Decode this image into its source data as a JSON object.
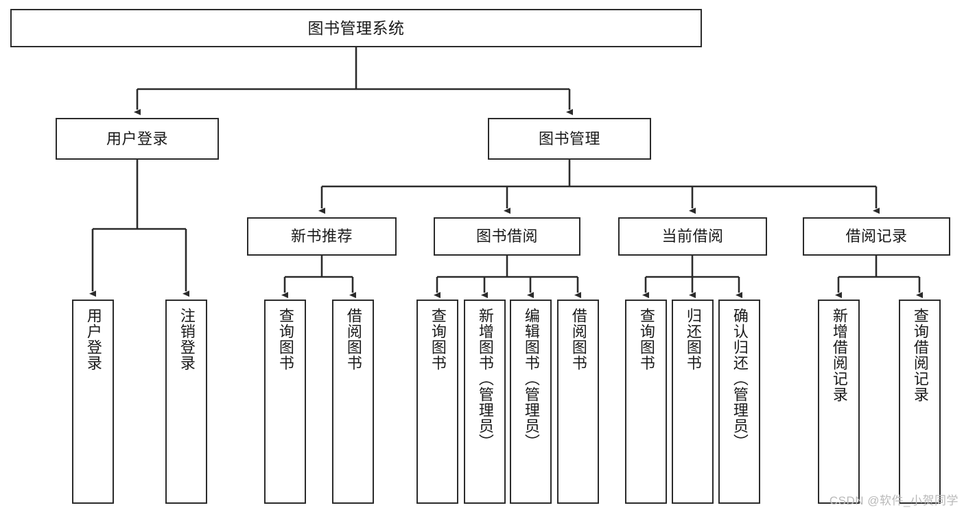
{
  "diagram": {
    "title": "图书管理系统",
    "type": "tree-hierarchy-chart",
    "stroke_color": "#2b2b2b",
    "fill_color": "#ffffff",
    "text_color": "#1a1a1a"
  },
  "watermark": {
    "text": "CSDN @软件_小贺同学",
    "color": "#b9b9b9"
  },
  "nodes": {
    "root": {
      "label": "图书管理系统"
    },
    "level2": [
      {
        "id": "user-login",
        "label": "用户登录"
      },
      {
        "id": "book-management",
        "label": "图书管理"
      }
    ],
    "level3": [
      {
        "id": "new-book-recommend",
        "label": "新书推荐"
      },
      {
        "id": "book-borrow",
        "label": "图书借阅"
      },
      {
        "id": "current-borrow",
        "label": "当前借阅"
      },
      {
        "id": "borrow-record",
        "label": "借阅记录"
      }
    ],
    "leaves": [
      {
        "id": "leaf-user-login",
        "label": "用户登录",
        "parent": "user-login"
      },
      {
        "id": "leaf-logout-login",
        "label": "注销登录",
        "parent": "user-login"
      },
      {
        "id": "leaf-query-book-1",
        "label": "查询图书",
        "parent": "new-book-recommend"
      },
      {
        "id": "leaf-borrow-book-1",
        "label": "借阅图书",
        "parent": "new-book-recommend"
      },
      {
        "id": "leaf-query-book-2",
        "label": "查询图书",
        "parent": "book-borrow"
      },
      {
        "id": "leaf-add-book",
        "label": "新增图书（管理员）",
        "parent": "book-borrow"
      },
      {
        "id": "leaf-edit-book",
        "label": "编辑图书（管理员）",
        "parent": "book-borrow"
      },
      {
        "id": "leaf-borrow-book-2",
        "label": "借阅图书",
        "parent": "book-borrow"
      },
      {
        "id": "leaf-query-book-3",
        "label": "查询图书",
        "parent": "current-borrow"
      },
      {
        "id": "leaf-return-book",
        "label": "归还图书",
        "parent": "current-borrow"
      },
      {
        "id": "leaf-confirm-return",
        "label": "确认归还（管理员）",
        "parent": "current-borrow"
      },
      {
        "id": "leaf-add-record",
        "label": "新增借阅记录",
        "parent": "borrow-record"
      },
      {
        "id": "leaf-query-record",
        "label": "查询借阅记录",
        "parent": "borrow-record"
      }
    ]
  }
}
